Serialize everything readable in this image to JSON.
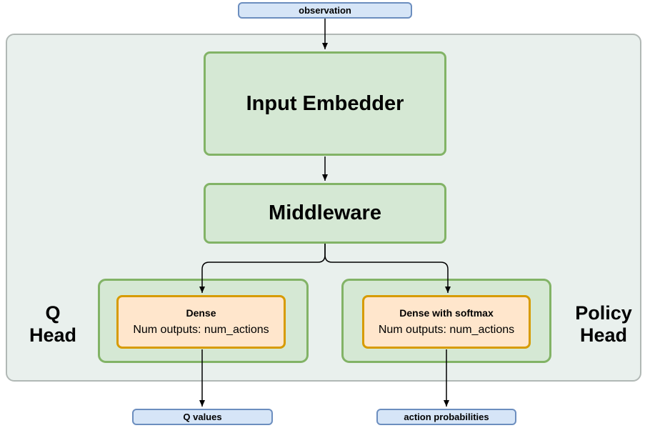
{
  "diagram_type": "flowchart",
  "colors": {
    "page_background": "#ffffff",
    "outer_container_fill": "#e9f0ed",
    "outer_container_border": "#b1b8b5",
    "green_fill": "#d5e8d4",
    "green_border": "#82b366",
    "orange_fill": "#ffe6cc",
    "orange_border": "#d79b00",
    "blue_fill": "#d6e5f7",
    "blue_border": "#6c8ebf",
    "arrow_color": "#000000",
    "text_color": "#000000"
  },
  "nodes": {
    "observation": {
      "label": "observation"
    },
    "input_embedder": {
      "label": "Input Embedder"
    },
    "middleware": {
      "label": "Middleware"
    },
    "q_head": {
      "label_line1": "Q",
      "label_line2": "Head",
      "dense": {
        "title": "Dense",
        "subtitle": "Num outputs: num_actions"
      }
    },
    "policy_head": {
      "label_line1": "Policy",
      "label_line2": "Head",
      "dense": {
        "title": "Dense with softmax",
        "subtitle": "Num outputs: num_actions"
      }
    },
    "q_values": {
      "label": "Q values"
    },
    "action_probabilities": {
      "label": "action probabilities"
    }
  },
  "edges": [
    {
      "from": "observation",
      "to": "input_embedder"
    },
    {
      "from": "input_embedder",
      "to": "middleware"
    },
    {
      "from": "middleware",
      "to": "q_head.dense"
    },
    {
      "from": "middleware",
      "to": "policy_head.dense"
    },
    {
      "from": "q_head.dense",
      "to": "q_values"
    },
    {
      "from": "policy_head.dense",
      "to": "action_probabilities"
    }
  ]
}
